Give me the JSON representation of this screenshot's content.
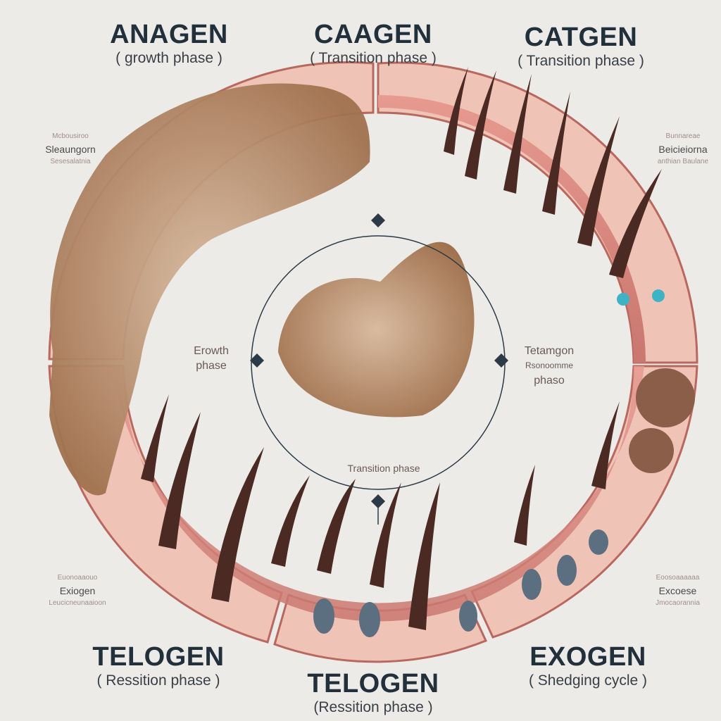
{
  "phases": {
    "top_left": {
      "title": "ANAGEN",
      "subtitle": "( growth phase )"
    },
    "top_center": {
      "title": "CAAGEN",
      "subtitle": "( Transition phase )"
    },
    "top_right": {
      "title": "CATGEN",
      "subtitle": "( Transition phase )"
    },
    "bottom_left": {
      "title": "TELOGEN",
      "subtitle": "( Ressition phase )"
    },
    "bottom_center": {
      "title": "TELOGEN",
      "subtitle": "(Ressition phase )"
    },
    "bottom_right": {
      "title": "EXOGEN",
      "subtitle": "( Shedging cycle )"
    }
  },
  "side_notes": {
    "left_top": {
      "line1": "Mcbousiroo",
      "line2": "Sleaungorn",
      "line3": "Sesesalatnia"
    },
    "right_top": {
      "line1": "Bunnareae",
      "line2": "Beicieiorna",
      "line3": "anthian Baulane"
    },
    "left_bottom": {
      "line1": "Euonoaaouo",
      "line2": "Exiogen",
      "line3": "Leucicneunaaioon"
    },
    "right_bottom": {
      "line1": "Eoosoaaaaaa",
      "line2": "Excoese",
      "line3": "Jmocaorannia"
    }
  },
  "center_labels": {
    "left": {
      "line1": "Erowth",
      "line2": "phase"
    },
    "right": {
      "line1": "Tetamgon",
      "line2": "Rsonoomme",
      "line3": "phaso"
    },
    "bottom": "Transition phase"
  },
  "colors": {
    "skin": "#d98a86",
    "skin_light": "#efc1b4",
    "hair": "#b88c6c",
    "follicle": "#4a2a22",
    "background": "#ecebe8"
  }
}
